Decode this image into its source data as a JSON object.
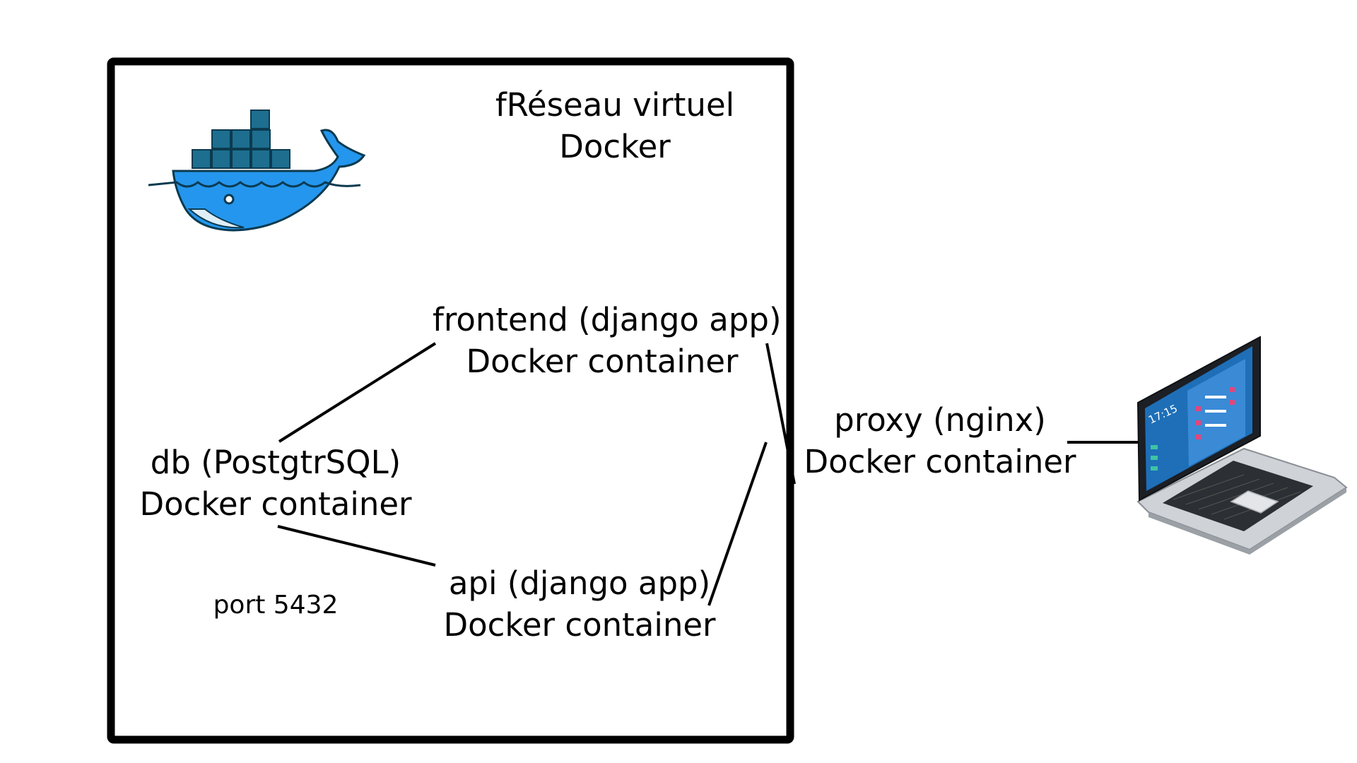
{
  "network": {
    "title_line1": "fRéseau virtuel",
    "title_line2": "Docker"
  },
  "nodes": {
    "frontend": {
      "line1": "frontend (django app)",
      "line2": "Docker container"
    },
    "db": {
      "line1": "db (PostgtrSQL)",
      "line2": "Docker container",
      "port": "port 5432"
    },
    "api": {
      "line1": "api (django app)",
      "line2": "Docker container"
    },
    "proxy": {
      "line1": "proxy (nginx)",
      "line2": "Docker container"
    }
  },
  "icons": {
    "docker_logo": "docker-whale-logo",
    "laptop": "laptop-icon"
  },
  "colors": {
    "docker_blue": "#2496ED",
    "docker_dark": "#1D5E82",
    "line": "#000000"
  }
}
